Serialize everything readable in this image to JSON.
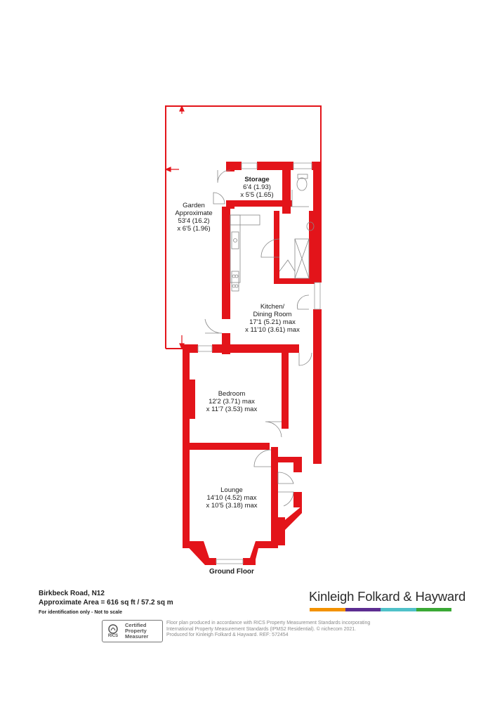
{
  "rooms": {
    "storage": {
      "name": "Storage",
      "dim1": "6'4 (1.93)",
      "dim2": "x 5'5 (1.65)"
    },
    "garden": {
      "name": "Garden",
      "sub": "Approximate",
      "dim1": "53'4 (16.2)",
      "dim2": "x 6'5 (1.96)"
    },
    "kitchen": {
      "name1": "Kitchen/",
      "name2": "Dining Room",
      "dim1": "17'1 (5.21) max",
      "dim2": "x 11'10 (3.61) max"
    },
    "bedroom": {
      "name": "Bedroom",
      "dim1": "12'2 (3.71) max",
      "dim2": "x 11'7 (3.53) max"
    },
    "lounge": {
      "name": "Lounge",
      "dim1": "14'10 (4.52) max",
      "dim2": "x 10'5 (3.18) max"
    }
  },
  "floor_label": "Ground Floor",
  "footer": {
    "address": "Birkbeck Road, N12",
    "area": "Approximate Area = 616 sq ft / 57.2 sq m",
    "note": "For identification only - Not to scale"
  },
  "brand": {
    "name": "Kinleigh Folkard & Hayward",
    "bar_colors": [
      "#f39200",
      "#5c2d91",
      "#4fc1c9",
      "#3aa935"
    ]
  },
  "rics": {
    "logo_word": "RICS",
    "line1": "Certified",
    "line2": "Property",
    "line3": "Measurer"
  },
  "disclaimer": {
    "line1": "Floor plan produced in accordance with RICS Property Measurement Standards incorporating",
    "line2": "International Property Measurement Standards (IPMS2 Residential).  © nichecom 2021.",
    "line3": "Produced for Kinleigh Folkard & Hayward.   REF: 572454"
  },
  "colors": {
    "wall": "#e3141a",
    "outline": "#c8141c"
  }
}
